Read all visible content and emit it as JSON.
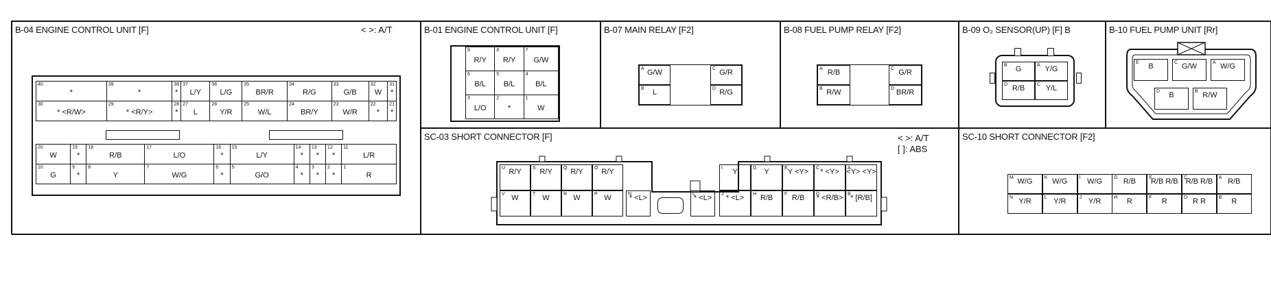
{
  "legend_at": "< >: A/T",
  "legend_sc03_at": "< >: A/T",
  "legend_sc03_abs": "[ ]: ABS",
  "b04": {
    "title": "B-04 ENGINE CONTROL UNIT [F]",
    "rows": [
      [
        [
          "40",
          "*"
        ],
        [
          "39",
          "*"
        ],
        [
          "38",
          "*"
        ],
        [
          "37",
          "L/Y"
        ],
        [
          "36",
          "L/G"
        ],
        [
          "35",
          "BR/R"
        ],
        [
          "34",
          "R/G"
        ],
        [
          "33",
          "G/B"
        ],
        [
          "32",
          "W"
        ],
        [
          "31",
          "*"
        ]
      ],
      [
        [
          "30",
          "* <R/W>"
        ],
        [
          "29",
          "* <R/Y>"
        ],
        [
          "28",
          "*"
        ],
        [
          "27",
          "L"
        ],
        [
          "26",
          "Y/R"
        ],
        [
          "25",
          "W/L"
        ],
        [
          "24",
          "BR/Y"
        ],
        [
          "23",
          "W/R"
        ],
        [
          "22",
          "*"
        ],
        [
          "21",
          "*"
        ]
      ],
      [
        [
          "20",
          "W"
        ],
        [
          "19",
          "*"
        ],
        [
          "18",
          "R/B"
        ],
        [
          "17",
          "L/O"
        ],
        [
          "16",
          "*"
        ],
        [
          "15",
          "L/Y"
        ],
        [
          "14",
          "*"
        ],
        [
          "13",
          "*"
        ],
        [
          "12",
          "*"
        ],
        [
          "11",
          "L/R"
        ]
      ],
      [
        [
          "10",
          "G"
        ],
        [
          "9",
          "*"
        ],
        [
          "8",
          "Y"
        ],
        [
          "7",
          "W/G"
        ],
        [
          "6",
          "*"
        ],
        [
          "5",
          "G/O"
        ],
        [
          "4",
          "*"
        ],
        [
          "3",
          "*"
        ],
        [
          "2",
          "*"
        ],
        [
          "1",
          "R"
        ]
      ]
    ]
  },
  "b01": {
    "title": "B-01 ENGINE CONTROL UNIT [F]",
    "rows": [
      [
        [
          "9",
          "R/Y"
        ],
        [
          "8",
          "R/Y"
        ],
        [
          "7",
          "G/W"
        ]
      ],
      [
        [
          "6",
          "B/L"
        ],
        [
          "5",
          "B/L"
        ],
        [
          "4",
          "B/L"
        ]
      ],
      [
        [
          "3",
          "L/O"
        ],
        [
          "2",
          "*"
        ],
        [
          "1",
          "W"
        ]
      ]
    ]
  },
  "b07": {
    "title": "B-07 MAIN RELAY [F2]",
    "pins": [
      [
        "A",
        "G/W"
      ],
      [
        "C",
        "G/R"
      ],
      [
        "B",
        "L"
      ],
      [
        "D",
        "R/G"
      ]
    ]
  },
  "b08": {
    "title": "B-08 FUEL PUMP RELAY [F2]",
    "pins": [
      [
        "A",
        "R/B"
      ],
      [
        "C",
        "G/R"
      ],
      [
        "B",
        "R/W"
      ],
      [
        "D",
        "BR/R"
      ]
    ]
  },
  "b09": {
    "title": "B-09 O₂ SENSOR(UP) [F] B",
    "pins": [
      [
        "B",
        "G"
      ],
      [
        "A",
        "Y/G"
      ],
      [
        "D",
        "R/B"
      ],
      [
        "C",
        "Y/L"
      ]
    ]
  },
  "b10": {
    "title": "B-10 FUEL PUMP UNIT [Rr]",
    "pins": [
      [
        "E",
        "B"
      ],
      [
        "C",
        "G/W"
      ],
      [
        "A",
        "W/G"
      ],
      [
        "D",
        "B"
      ],
      [
        "B",
        "R/W"
      ]
    ]
  },
  "sc03": {
    "title": "SC-03 SHORT CONNECTOR [F]",
    "left_top": [
      [
        "U",
        "R/Y"
      ],
      [
        "S",
        "R/Y"
      ],
      [
        "Q",
        "R/Y"
      ],
      [
        "O",
        "R/Y"
      ]
    ],
    "left_bot": [
      [
        "V",
        "W"
      ],
      [
        "T",
        "W"
      ],
      [
        "R",
        "W"
      ],
      [
        "P",
        "W"
      ]
    ],
    "mid": [
      [
        "N",
        "* <L>"
      ],
      [
        "L",
        "* <L>"
      ],
      [
        "J",
        "* <L>"
      ]
    ],
    "right_top": [
      [
        "I",
        "Y"
      ],
      [
        "G",
        "Y"
      ],
      [
        "E",
        "Y <Y>"
      ],
      [
        "C",
        "* <Y>"
      ],
      [
        "A",
        "<Y> <Y>"
      ]
    ],
    "right_bot": [
      [
        "H",
        "R/B"
      ],
      [
        "F",
        "R/B"
      ],
      [
        "D",
        "* <R/B>"
      ],
      [
        "B",
        "* [R/B]"
      ]
    ]
  },
  "sc10": {
    "title": "SC-10 SHORT CONNECTOR [F2]",
    "top": [
      [
        "M",
        "W/G"
      ],
      [
        "K",
        "W/G"
      ],
      [
        "I",
        "W/G"
      ],
      [
        "G",
        "R/B"
      ],
      [
        "E",
        "R/B R/B"
      ],
      [
        "C",
        "R/B R/B"
      ],
      [
        "A",
        "R/B"
      ]
    ],
    "bot": [
      [
        "N",
        "Y/R"
      ],
      [
        "L",
        "Y/R"
      ],
      [
        "J",
        "Y/R"
      ],
      [
        "H",
        "R"
      ],
      [
        "F",
        "R"
      ],
      [
        "D",
        "R R"
      ],
      [
        "B",
        "R"
      ]
    ]
  }
}
